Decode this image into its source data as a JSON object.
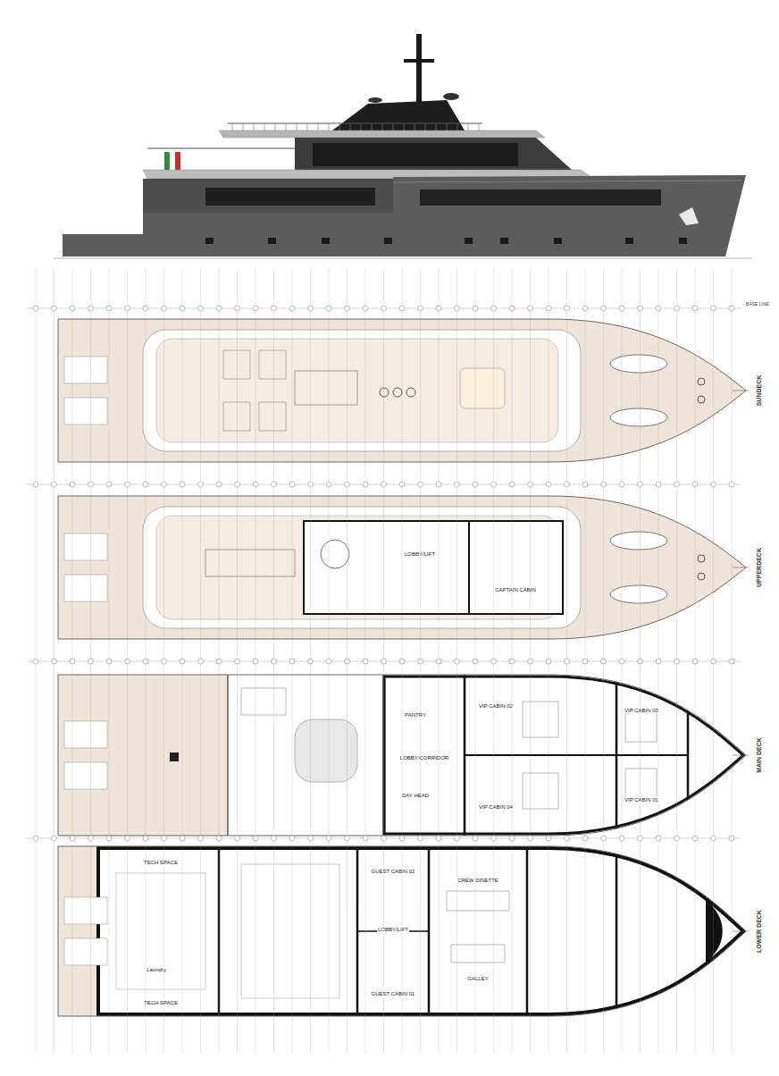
{
  "diagram": {
    "labels": [
      "BASE LINE",
      "SUNDECK",
      "UPPERDECK",
      "MAIN DECK",
      "LOWER DECK",
      "CAPTAIN CABIN",
      "LOBBY/LIFT",
      "VIP CABIN 02",
      "VIP CABIN 03",
      "VIP CABIN 01",
      "VIP CABIN 04",
      "LOBBY/CORRIDOR",
      "DAY HEAD",
      "PANTRY",
      "GUEST CABIN 02",
      "GUEST CABIN 01",
      "CREW DINETTE",
      "GALLEY",
      "LOBBY/LIFT",
      "TECH SPACE",
      "TECH SPACE",
      "Laundry"
    ]
  }
}
